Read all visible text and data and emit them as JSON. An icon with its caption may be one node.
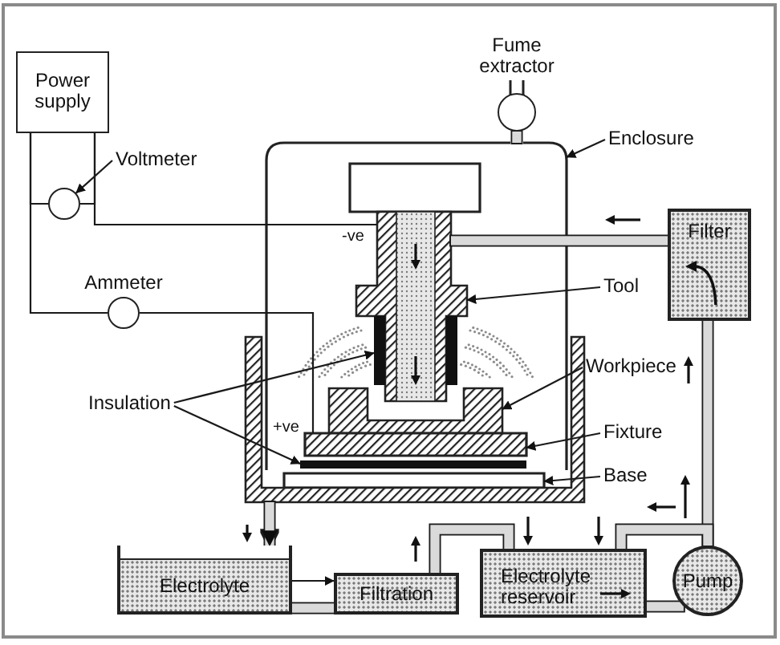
{
  "diagram": {
    "nodes": [
      {
        "text": [
          "Power supply"
        ]
      },
      {
        "text": [],
        "shape": "circle",
        "beside": [
          "Fume extractor"
        ]
      },
      {
        "text": [
          "Voltmeter"
        ]
      },
      {
        "text": [
          "Enclosure"
        ]
      },
      {
        "text": [],
        "shape": "box"
      },
      {
        "text": [],
        "shape": "box",
        "in": 4
      },
      {
        "text": [],
        "shape": "circle"
      },
      {
        "text": [
          "Filter"
        ]
      },
      {
        "text": [
          "Tool"
        ]
      },
      {
        "text": [],
        "shape": "picture",
        "in": 4
      },
      {
        "text": [],
        "shape": "circle",
        "beside": [
          "Ammeter"
        ]
      },
      {
        "text": [
          "Workpiece"
        ]
      },
      {
        "text": [
          "Insulation"
        ]
      },
      {
        "text": [],
        "shape": "bar",
        "in": 4
      },
      {
        "text": [],
        "shape": "bar",
        "in": 4
      },
      {
        "text": [],
        "shape": "picture",
        "in": 4
      },
      {
        "text": [
          "Fixture"
        ]
      },
      {
        "text": [],
        "shape": "box",
        "in": 4
      },
      {
        "text": [],
        "shape": "bar",
        "in": 4
      },
      {
        "text": [
          "Base"
        ]
      },
      {
        "text": [],
        "shape": "box"
      },
      {
        "text": [],
        "shape": "picture"
      },
      {
        "text": [
          "Electrolyte"
        ]
      },
      {
        "text": [
          "Filtration"
        ]
      },
      {
        "text": [
          "Electrolyte reservoir"
        ]
      },
      {
        "text": [
          "Pump"
        ]
      }
    ],
    "edges": [
      {
        "from": 0,
        "to": 6,
        "arrow": "none"
      },
      {
        "from": 0,
        "to": 6,
        "arrow": "none"
      },
      {
        "from": 0,
        "to": 9,
        "arrow": "none"
      },
      {
        "from": 0,
        "to": 10,
        "arrow": "none"
      },
      {
        "from": 10,
        "to": 17,
        "arrow": "none"
      },
      {
        "from": 2,
        "to": 6,
        "arrow": "to"
      },
      {
        "from": 3,
        "to": 4,
        "arrow": "to"
      },
      {
        "from": 8,
        "to": 9,
        "arrow": "to"
      },
      {
        "from": 11,
        "to": 15,
        "arrow": "to"
      },
      {
        "from": 12,
        "to": 13,
        "arrow": "to"
      },
      {
        "from": 12,
        "to": 18,
        "arrow": "to"
      },
      {
        "from": 16,
        "to": 17,
        "arrow": "to"
      },
      {
        "from": 19,
        "to": 20,
        "arrow": "to"
      },
      {
        "from": 7,
        "to": 9,
        "arrow": "none",
        "style": "thick",
        "color": "#dadada"
      },
      {
        "from": 21,
        "to": 22,
        "arrow": "to",
        "style": "thick",
        "color": "#dadada"
      },
      {
        "from": 22,
        "to": 23,
        "arrow": "none",
        "style": "thick",
        "color": "#dadada"
      },
      {
        "from": 23,
        "to": 24,
        "arrow": "none",
        "style": "thick",
        "color": "#dadada"
      },
      {
        "from": 24,
        "to": 25,
        "arrow": "none",
        "style": "thick",
        "color": "#dadada"
      },
      {
        "from": 25,
        "to": 7,
        "arrow": "none",
        "style": "thick",
        "color": "#dadada"
      },
      {
        "from": 25,
        "to": 24,
        "arrow": "none",
        "style": "thick",
        "color": "#dadada"
      },
      {
        "from": 22,
        "to": 23,
        "arrow": "to"
      },
      {
        "from": 4,
        "to": 1,
        "arrow": "none",
        "style": "thick",
        "color": "#dadada"
      }
    ],
    "labels": [
      "-ve",
      "+ve"
    ]
  }
}
